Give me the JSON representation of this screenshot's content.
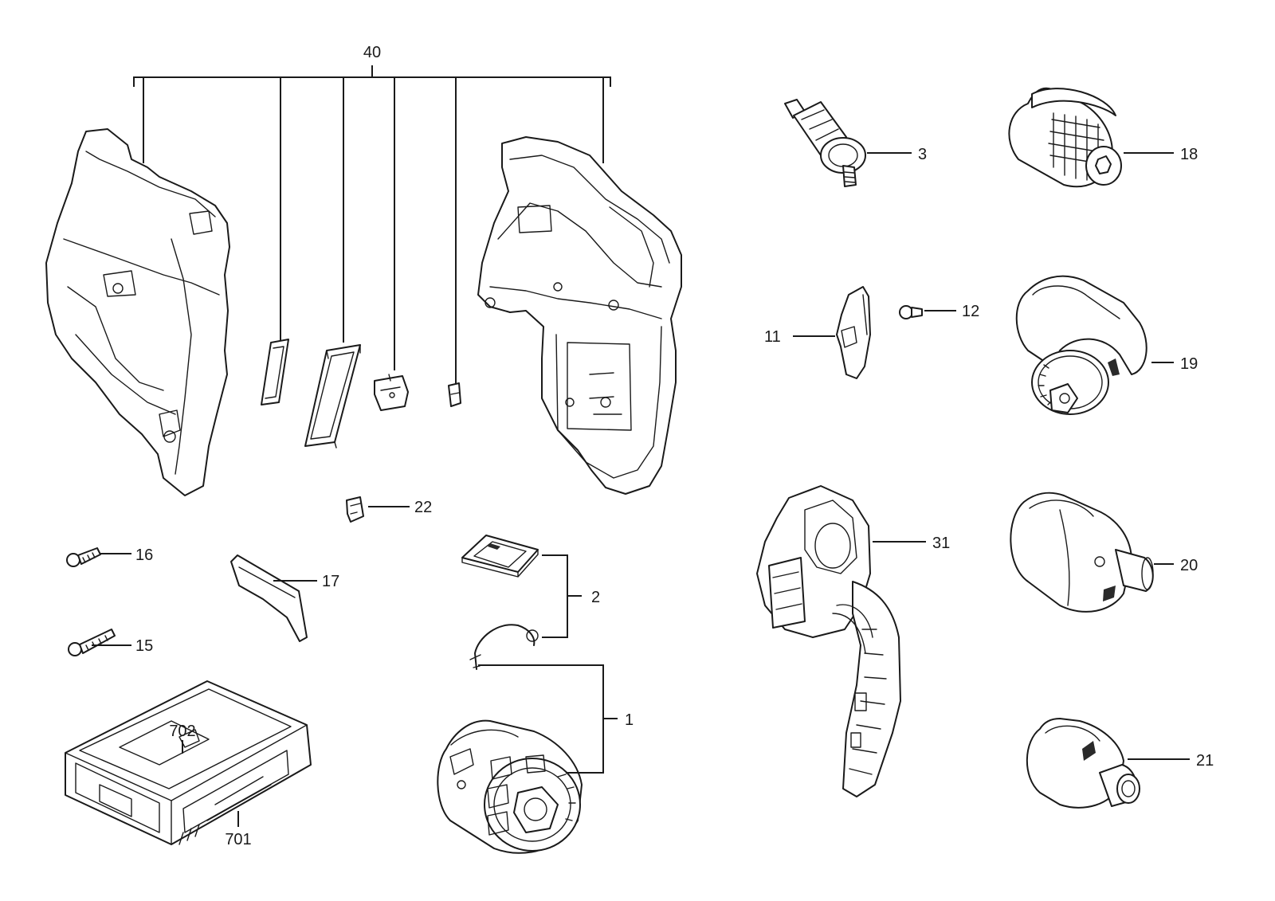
{
  "diagram": {
    "labels": {
      "p40": "40",
      "p3": "3",
      "p18": "18",
      "p12": "12",
      "p11": "11",
      "p19": "19",
      "p22": "22",
      "p31": "31",
      "p16": "16",
      "p17": "17",
      "p2": "2",
      "p20": "20",
      "p15": "15",
      "p1": "1",
      "p21": "21",
      "p702": "702",
      "p701": "701"
    }
  }
}
